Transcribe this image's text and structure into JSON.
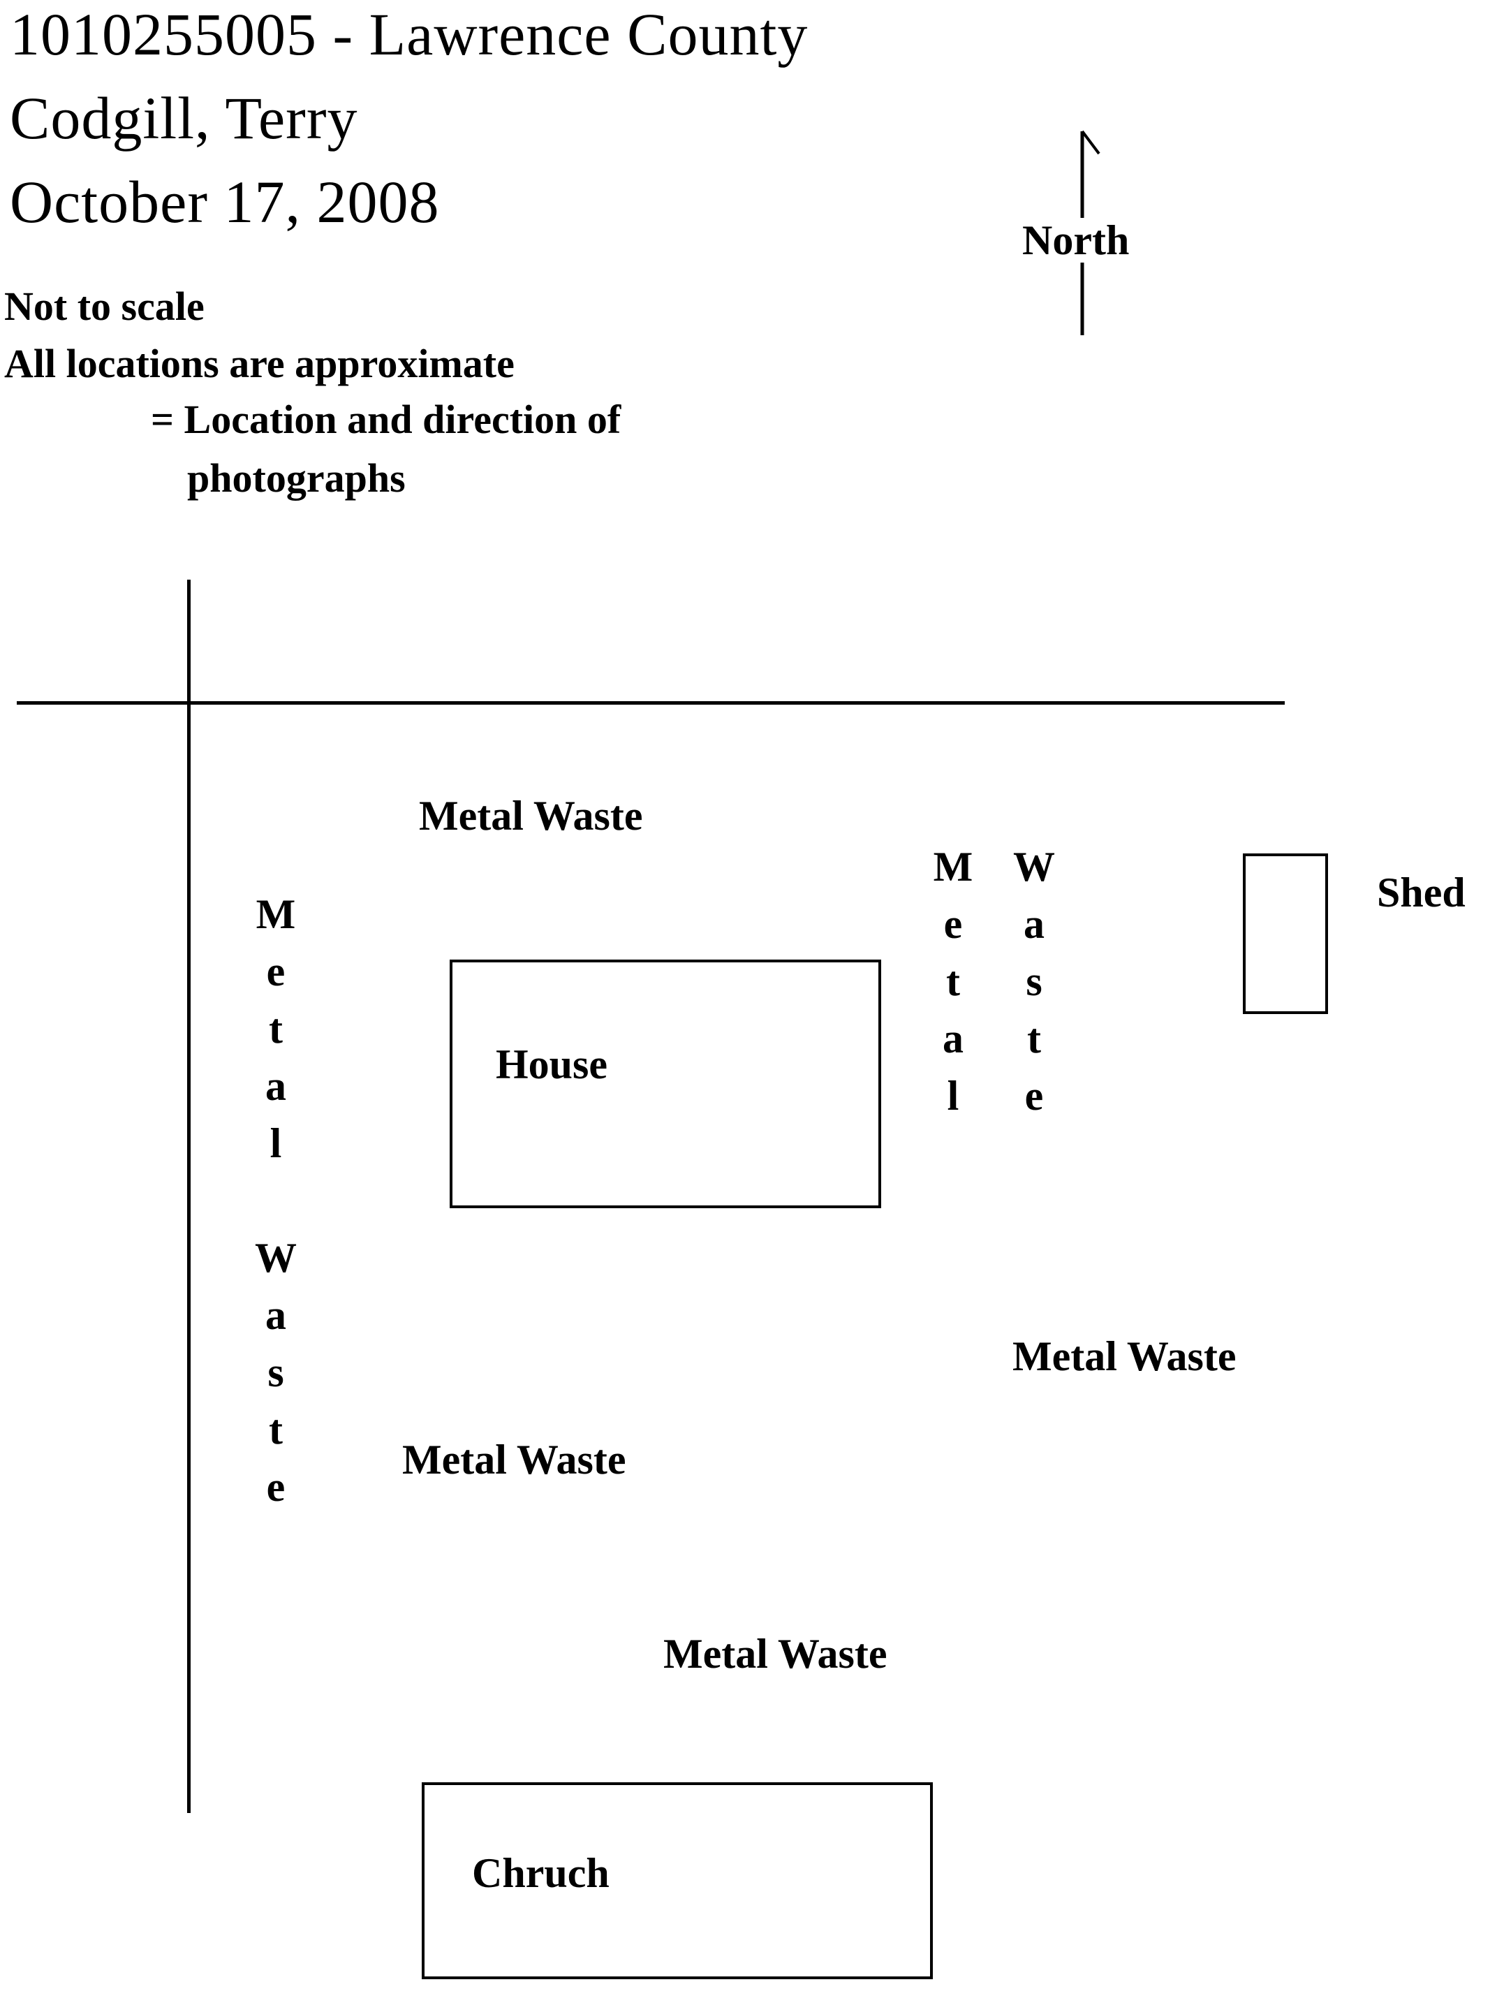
{
  "header": {
    "line1": "1010255005 - Lawrence County",
    "line2": "Codgill, Terry",
    "line3": "October 17, 2008"
  },
  "notes": {
    "scale": "Not to scale",
    "approx": "All locations are approximate",
    "legend_line1": "= Location and direction of",
    "legend_line2": "photographs"
  },
  "north_arrow": {
    "label": "North"
  },
  "features": {
    "house": "House",
    "shed": "Shed",
    "church": "Chruch"
  },
  "waste_labels": {
    "top": "Metal Waste",
    "middle_right": "Metal Waste",
    "middle_left": "Metal Waste",
    "bottom": "Metal Waste"
  },
  "vertical_labels": {
    "left_word1": [
      "M",
      "e",
      "t",
      "a",
      "l"
    ],
    "left_word2": [
      "W",
      "a",
      "s",
      "t",
      "e"
    ],
    "right_col1": [
      "M",
      "e",
      "t",
      "a",
      "l"
    ],
    "right_col2": [
      "W",
      "a",
      "s",
      "t",
      "e"
    ]
  }
}
